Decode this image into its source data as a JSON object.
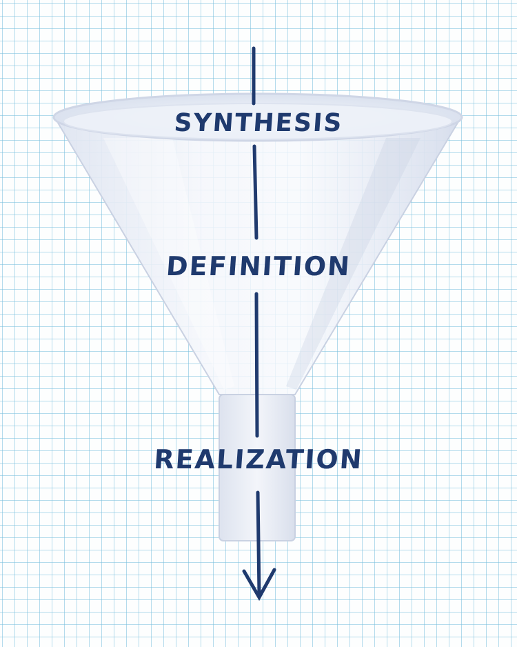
{
  "stages": [
    {
      "label": "SYNTHESIS"
    },
    {
      "label": "DEFINITION"
    },
    {
      "label": "REALIZATION"
    }
  ],
  "colors": {
    "ink": "#1f3a6e",
    "grid": "#78bedc",
    "funnel": "#e8edf6"
  },
  "icons": {
    "funnel": "funnel-icon",
    "arrow": "arrow-down-icon"
  }
}
